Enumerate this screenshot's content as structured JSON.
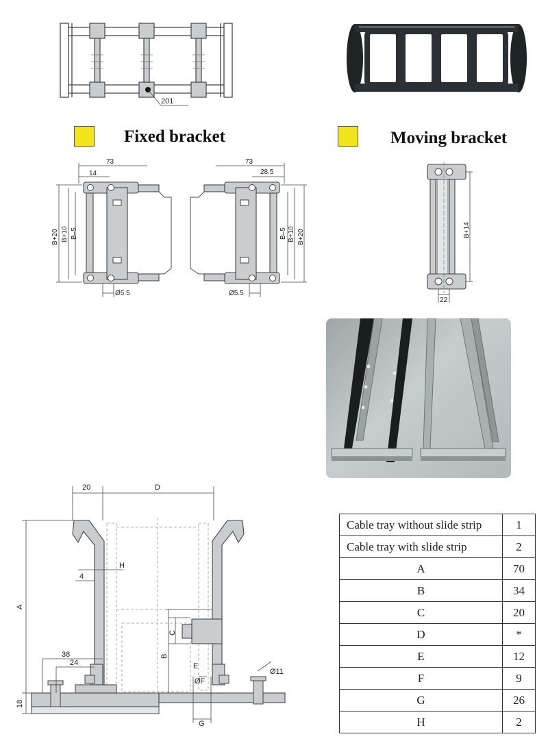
{
  "headings": {
    "fixed_bracket": "Fixed bracket",
    "moving_bracket": "Moving bracket"
  },
  "colors": {
    "swatch": "#f3e51b",
    "metal_fill": "#c9cdcf",
    "dim_line": "#444444",
    "frame_dark": "#1e2326"
  },
  "top_drawing": {
    "ref_label": "201"
  },
  "fixed_bracket_dims": {
    "width_left": "73",
    "width_right": "73",
    "hole_offset_left": "14",
    "hole_offset_right": "28.5",
    "height_b20": "B+20",
    "height_b10": "B+10",
    "height_b5": "B–5",
    "hole_left": "Ø5.5",
    "hole_right": "Ø5.5"
  },
  "moving_bracket_dims": {
    "height": "B+14",
    "width": "22"
  },
  "cross_section_dims": {
    "wall": "20",
    "d": "D",
    "h": "H",
    "four": "4",
    "a": "A",
    "c": "C",
    "b": "B",
    "e": "E",
    "f": "ØF",
    "g": "G",
    "d11": "Ø11",
    "d38": "38",
    "d24": "24",
    "d18": "18"
  },
  "table": {
    "rows": [
      {
        "label": "Cable tray without slide strip",
        "value": "1"
      },
      {
        "label": "Cable tray with slide strip",
        "value": "2"
      },
      {
        "label": "A",
        "value": "70"
      },
      {
        "label": "B",
        "value": "34"
      },
      {
        "label": "C",
        "value": "20"
      },
      {
        "label": "D",
        "value": "*"
      },
      {
        "label": "E",
        "value": "12"
      },
      {
        "label": "F",
        "value": "9"
      },
      {
        "label": "G",
        "value": "26"
      },
      {
        "label": "H",
        "value": "2"
      }
    ]
  }
}
